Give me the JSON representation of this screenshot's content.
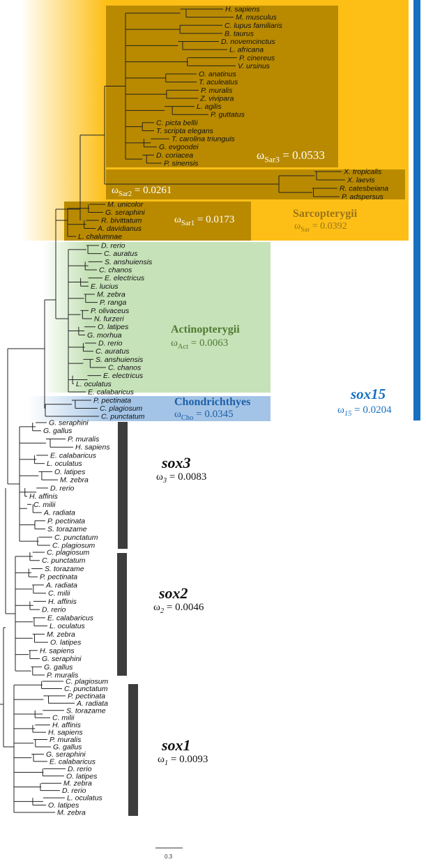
{
  "colors": {
    "sarcopterygii": "#fdbf16",
    "sar_inner": "#b98a00",
    "actinopterygii": "#c6e2b8",
    "chondrichthyes": "#a3c4e6",
    "sox15": "#1670c2",
    "dark_bar": "#3d3d3d"
  },
  "groups": {
    "sar3": {
      "leaves": [
        "H. sapiens",
        "M. musculus",
        "C. lupus familiaris",
        "B. taurus",
        "D. novemcinctus",
        "L. africana",
        "P. cinereus",
        "V. ursinus",
        "O. anatinus",
        "T. aculeatus",
        "P. muralis",
        "Z. vivipara",
        "L. agilis",
        "P. guttatus",
        "C. picta bellii",
        "T. scripta elegans",
        "T. carolina triunguis",
        "G. evgoodei",
        "D. coriacea",
        "P. sinensis"
      ],
      "omega_symbol": "ω",
      "omega_sub": "Sar3",
      "omega_value": "= 0.0533"
    },
    "sar2": {
      "leaves": [
        "X. tropicalis",
        "X. laevis",
        "R. catesbeiana",
        "P. adspersus"
      ],
      "omega_symbol": "ω",
      "omega_sub": "Sar2",
      "omega_value": "= 0.0261"
    },
    "sar1": {
      "leaves": [
        "M. unicolor",
        "G. seraphini",
        "R. bivittatum",
        "A. davidianus",
        "L. chalumnae"
      ],
      "omega_symbol": "ω",
      "omega_sub": "Sar1",
      "omega_value": "= 0.0173"
    },
    "sarcopterygii": {
      "title": "Sarcopterygii",
      "omega_symbol": "ω",
      "omega_sub": "Sar",
      "omega_value": "= 0.0392"
    },
    "actinopterygii": {
      "leaves": [
        "D. rerio",
        "C. auratus",
        "S. anshuiensis",
        "C. chanos",
        "E. electricus",
        "E. lucius",
        "M. zebra",
        "P. ranga",
        "P. olivaceus",
        "N. furzeri",
        "O. latipes",
        "G. morhua",
        "D. rerio",
        "C. auratus",
        "S. anshuiensis",
        "C. chanos",
        "E. electricus",
        "L. oculatus",
        "E. calabaricus"
      ],
      "title": "Actinopterygii",
      "omega_symbol": "ω",
      "omega_sub": "Act",
      "omega_value": "= 0.0063"
    },
    "chondrichthyes": {
      "leaves": [
        "P. pectinata",
        "C. plagiosum",
        "C. punctatum"
      ],
      "title": "Chondrichthyes",
      "omega_symbol": "ω",
      "omega_sub": "Cho",
      "omega_value": "= 0.0345"
    },
    "sox15": {
      "title": "sox15",
      "omega_symbol": "ω",
      "omega_sub": "15",
      "omega_value": "= 0.0204"
    },
    "sox3": {
      "leaves": [
        "G. seraphini",
        "G. gallus",
        "P. muralis",
        "H. sapiens",
        "E. calabaricus",
        "L. oculatus",
        "O. latipes",
        "M. zebra",
        "D. rerio",
        "H. affinis",
        "C. milii",
        "A. radiata",
        "P. pectinata",
        "S. torazame",
        "C. punctatum",
        "C. plagiosum"
      ],
      "title": "sox3",
      "omega_symbol": "ω",
      "omega_sub": "3",
      "omega_value": "= 0.0083"
    },
    "sox2": {
      "leaves": [
        "C. plagiosum",
        "C. punctatum",
        "S. torazame",
        "P. pectinata",
        "A. radiata",
        "C. milii",
        "H. affinis",
        "D. rerio",
        "E. calabaricus",
        "L. oculatus",
        "M. zebra",
        "O. latipes",
        "H. sapiens",
        "G. seraphini",
        "G. gallus",
        "P. muralis"
      ],
      "title": "sox2",
      "omega_symbol": "ω",
      "omega_sub": "2",
      "omega_value": "= 0.0046"
    },
    "sox1": {
      "leaves": [
        "C. plagiosum",
        "C. punctatum",
        "P. pectinata",
        "A. radiata",
        "S. torazame",
        "C. milii",
        "H. affinis",
        "H. sapiens",
        "P. muralis",
        "G. gallus",
        "G. seraphini",
        "E. calabaricus",
        "D. rerio",
        "O. latipes",
        "M. zebra",
        "D. rerio",
        "L. oculatus",
        "O. latipes",
        "M. zebra"
      ],
      "title": "sox1",
      "omega_symbol": "ω",
      "omega_sub": "1",
      "omega_value": "= 0.0093"
    }
  },
  "scale_bar": {
    "label": "0.3"
  }
}
